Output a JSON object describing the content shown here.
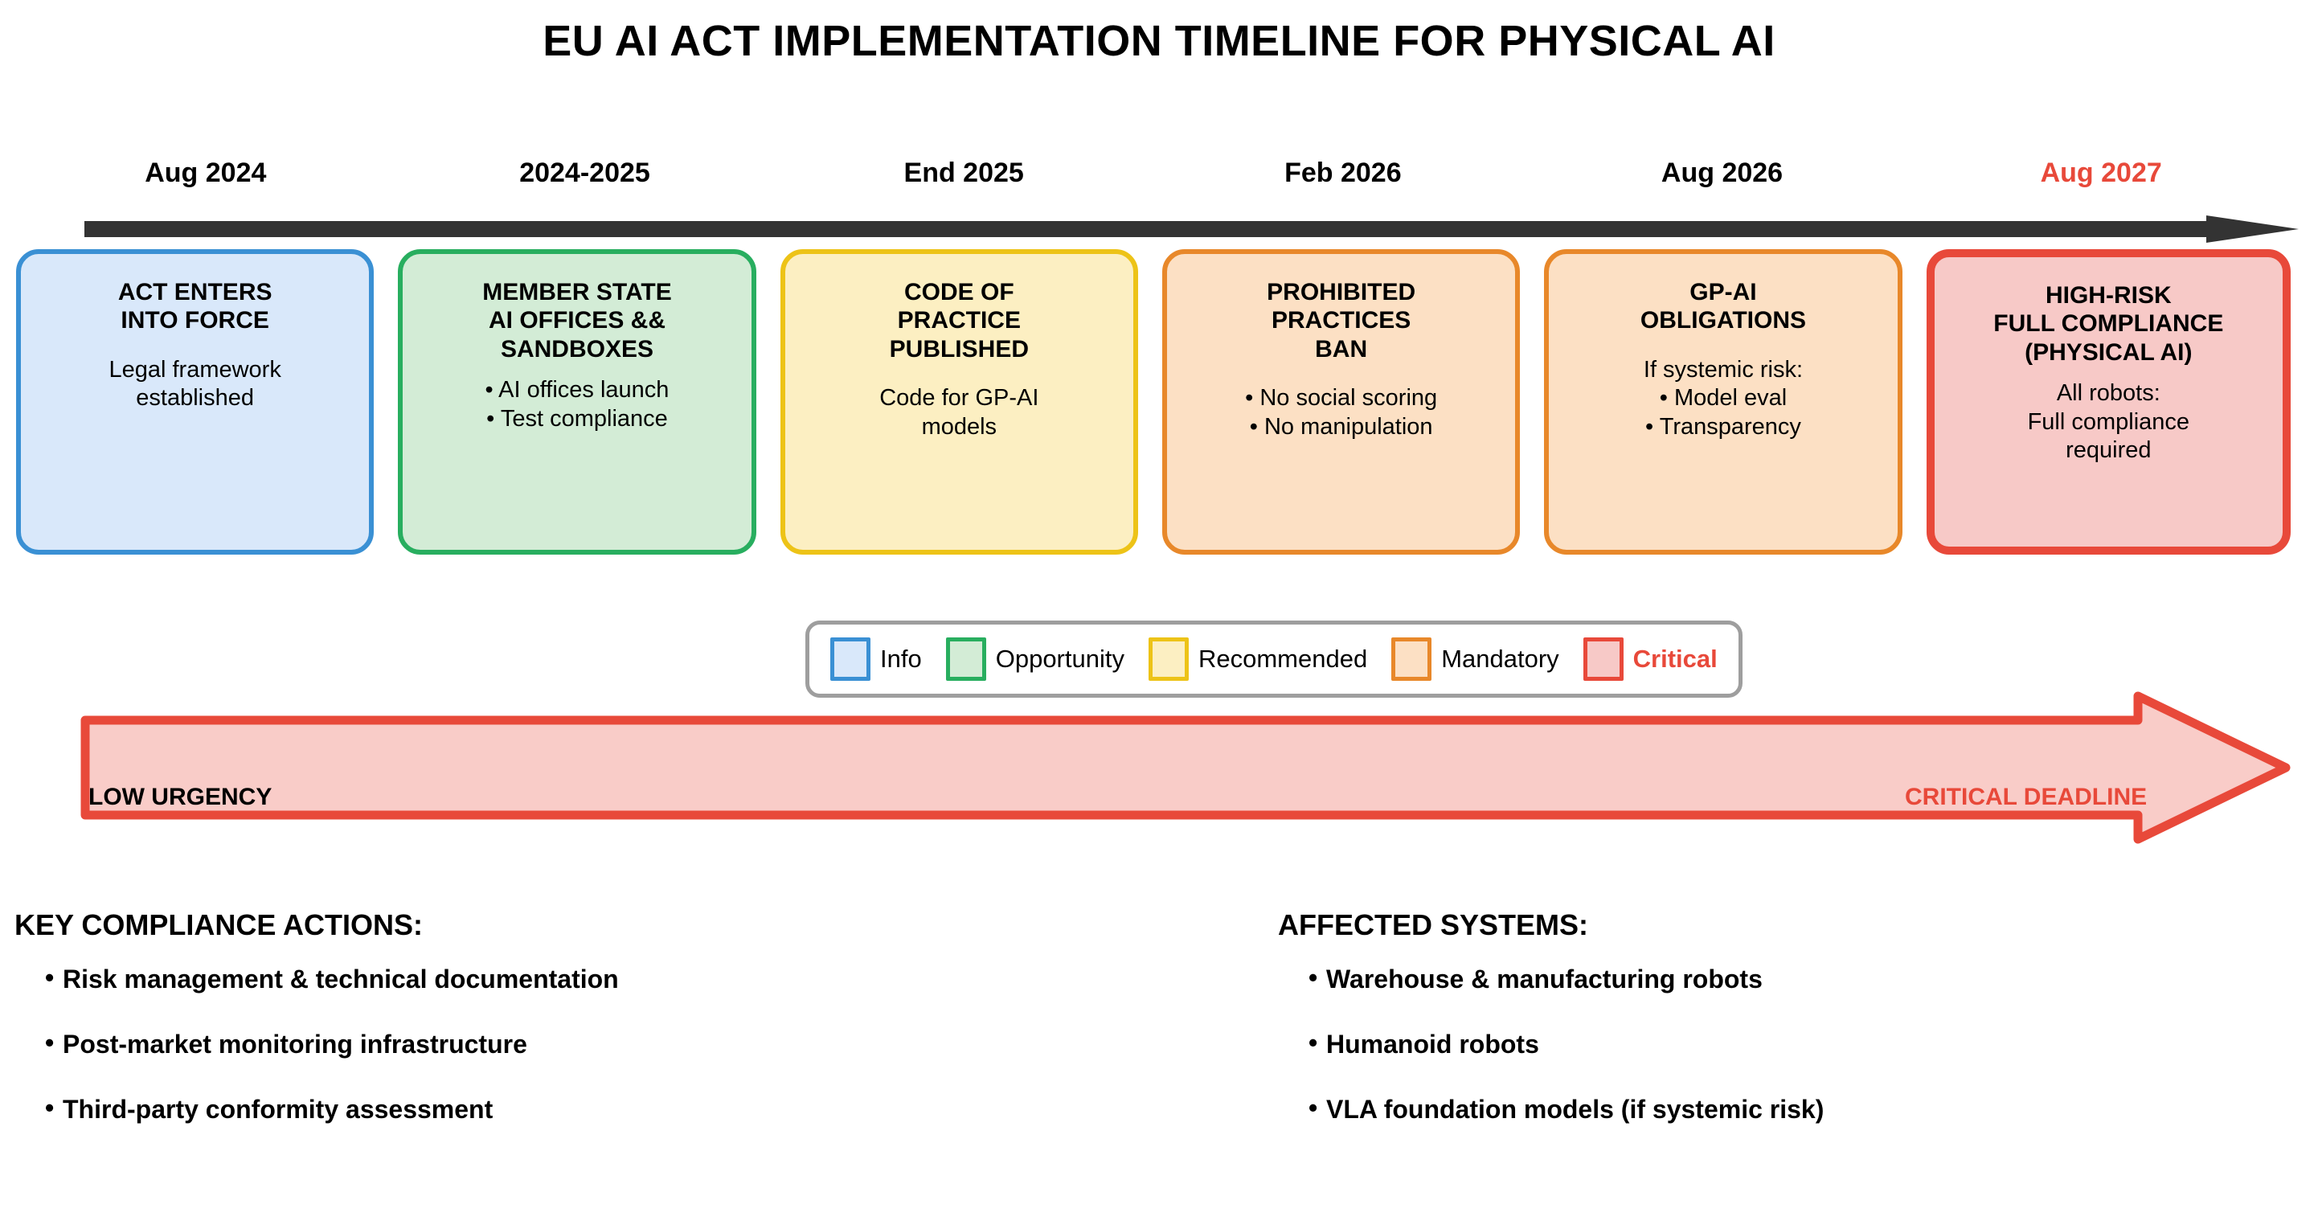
{
  "title": "EU AI ACT IMPLEMENTATION TIMELINE FOR PHYSICAL AI",
  "timeline": {
    "arrow_color": "#333333",
    "dates": [
      {
        "label": "Aug 2024",
        "critical": false
      },
      {
        "label": "2024-2025",
        "critical": false
      },
      {
        "label": "End 2025",
        "critical": false
      },
      {
        "label": "Feb 2026",
        "critical": false
      },
      {
        "label": "Aug 2026",
        "critical": false
      },
      {
        "label": "Aug 2027",
        "critical": true
      }
    ],
    "milestones": [
      {
        "title": "ACT ENTERS\nINTO FORCE",
        "body": "Legal framework\nestablished",
        "category": "Info",
        "fill": "#d9e8fa",
        "stroke": "#3a90d4"
      },
      {
        "title": "MEMBER STATE\nAI OFFICES &&\nSANDBOXES",
        "body": "• AI offices launch\n• Test compliance",
        "category": "Opportunity",
        "fill": "#d3ecd6",
        "stroke": "#28ae5f"
      },
      {
        "title": "CODE OF\nPRACTICE\nPUBLISHED",
        "body": "Code for GP-AI\nmodels",
        "category": "Recommended",
        "fill": "#fcefc2",
        "stroke": "#edc317"
      },
      {
        "title": "PROHIBITED\nPRACTICES\nBAN",
        "body": "• No social scoring\n• No manipulation",
        "category": "Mandatory",
        "fill": "#fce0c4",
        "stroke": "#e8882a"
      },
      {
        "title": "GP-AI\nOBLIGATIONS",
        "body": "If systemic risk:\n• Model eval\n• Transparency",
        "category": "Mandatory",
        "fill": "#fce0c4",
        "stroke": "#e8882a"
      },
      {
        "title": "HIGH-RISK\nFULL COMPLIANCE\n(PHYSICAL AI)",
        "body": "All robots:\nFull compliance\nrequired",
        "category": "Critical",
        "fill": "#f7c9c7",
        "stroke": "#e8493a"
      }
    ]
  },
  "legend": {
    "items": [
      {
        "label": "Info",
        "fill": "#d9e8fa",
        "stroke": "#3a90d4",
        "critical": false
      },
      {
        "label": "Opportunity",
        "fill": "#d3ecd6",
        "stroke": "#28ae5f",
        "critical": false
      },
      {
        "label": "Recommended",
        "fill": "#fcefc2",
        "stroke": "#edc317",
        "critical": false
      },
      {
        "label": "Mandatory",
        "fill": "#fce0c4",
        "stroke": "#e8882a",
        "critical": false
      },
      {
        "label": "Critical",
        "fill": "#f7c9c7",
        "stroke": "#e8493a",
        "critical": true
      }
    ]
  },
  "urgency": {
    "left_label": "LOW URGENCY",
    "right_label": "CRITICAL DEADLINE",
    "fill": "#f9ccc8",
    "stroke": "#e8493a"
  },
  "sections": [
    {
      "heading": "KEY COMPLIANCE ACTIONS:",
      "items": [
        "Risk management & technical documentation",
        "Post-market monitoring infrastructure",
        "Third-party conformity assessment"
      ]
    },
    {
      "heading": "AFFECTED SYSTEMS:",
      "items": [
        "Warehouse & manufacturing robots",
        "Humanoid robots",
        "VLA foundation models (if systemic risk)"
      ]
    }
  ]
}
